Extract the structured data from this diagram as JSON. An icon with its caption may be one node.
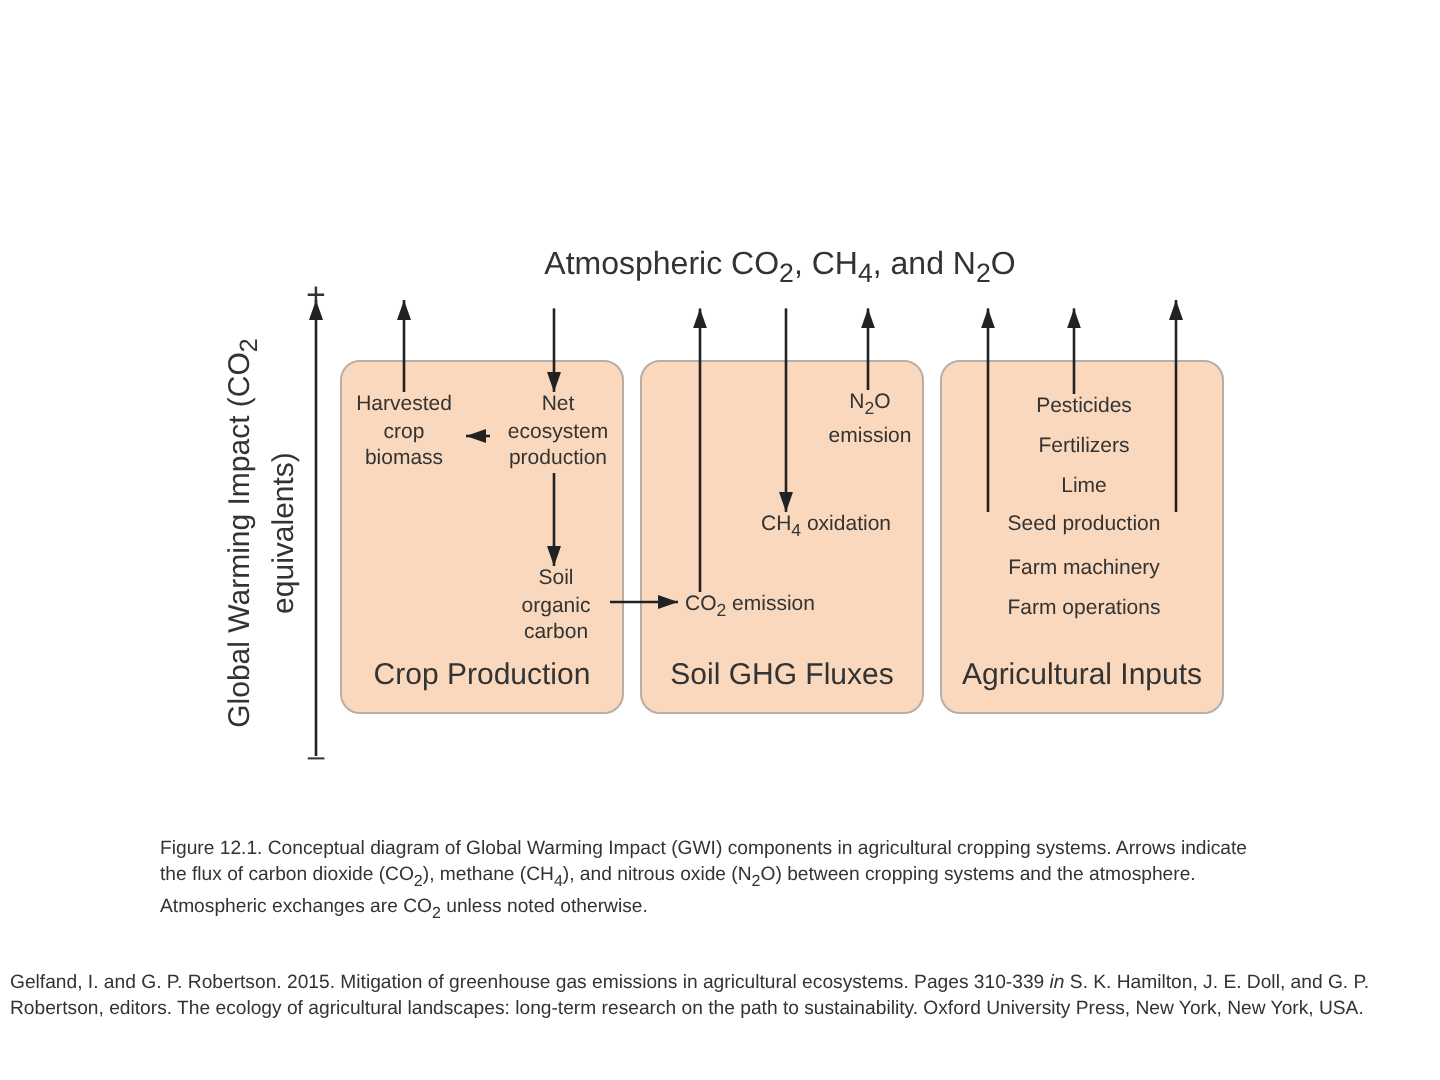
{
  "diagram": {
    "caption": "Figure 12.1. Conceptual diagram of Global Warming Impact (GWI) components in agricultural cropping systems. Arrows indicate the flux of carbon dioxide (CO$_{2}$), methane (CH$_{4}$), and nitrous oxide (N$_{2}$O) between cropping systems and the atmosphere. Atmospheric exchanges are CO$_{2}$ unless noted otherwise.",
    "nodes": [
      {
        "text": [
          "Atmospheric CO$_{2}$, CH$_{4}$, and N$_{2}$O"
        ]
      },
      {
        "text": [
          "Crop Production"
        ]
      },
      {
        "text": [
          "Harvested crop biomass"
        ],
        "in": 1
      },
      {
        "text": [
          "Net ecosystem production"
        ],
        "in": 1
      },
      {
        "text": [
          "Soil organic carbon"
        ],
        "in": 1
      },
      {
        "text": [
          "Soil GHG Fluxes"
        ]
      },
      {
        "text": [
          "N$_{2}$O emission"
        ],
        "in": 5
      },
      {
        "text": [
          "CH$_{4}$ oxidation"
        ],
        "in": 5
      },
      {
        "text": [
          "CO$_{2}$ emission"
        ],
        "in": 5
      },
      {
        "text": [
          "Agricultural Inputs"
        ]
      },
      {
        "text": [
          "Pesticides"
        ],
        "in": 9
      },
      {
        "text": [
          "Fertilizers"
        ],
        "in": 9
      },
      {
        "text": [
          "Lime"
        ],
        "in": 9
      },
      {
        "text": [
          "Seed production"
        ],
        "in": 9
      },
      {
        "text": [
          "Farm machinery"
        ],
        "in": 9
      },
      {
        "text": [
          "Farm operations"
        ],
        "in": 9
      }
    ],
    "edges": [
      {
        "from": 2,
        "to": null,
        "arrow": "to"
      },
      {
        "from": 0,
        "to": 3,
        "arrow": "to"
      },
      {
        "from": 3,
        "to": 2,
        "arrow": "to"
      },
      {
        "from": 3,
        "to": 4,
        "arrow": "to"
      },
      {
        "from": 4,
        "to": 8,
        "arrow": "to"
      },
      {
        "from": 8,
        "to": 0,
        "arrow": "to"
      },
      {
        "from": 0,
        "to": 7,
        "arrow": "to"
      },
      {
        "from": 6,
        "to": 0,
        "arrow": "to"
      },
      {
        "from": 13,
        "to": 0,
        "arrow": "to"
      },
      {
        "from": 10,
        "to": 0,
        "arrow": "to"
      },
      {
        "from": 13,
        "to": null,
        "arrow": "to"
      }
    ],
    "labels": [
      "+",
      "Global Warming Impact (CO$_{2}$ equivalents)",
      "–",
      "Gelfand, I. and G. P. Robertson. 2015. Mitigation of greenhouse gas emissions in agricultural ecosystems. Pages 310-339 *in* S. K. Hamilton, J. E. Doll, and G. P. Robertson, editors. The ecology of agricultural landscapes: long-term research on the path to sustainability. Oxford University Press, New York, New York, USA."
    ]
  }
}
